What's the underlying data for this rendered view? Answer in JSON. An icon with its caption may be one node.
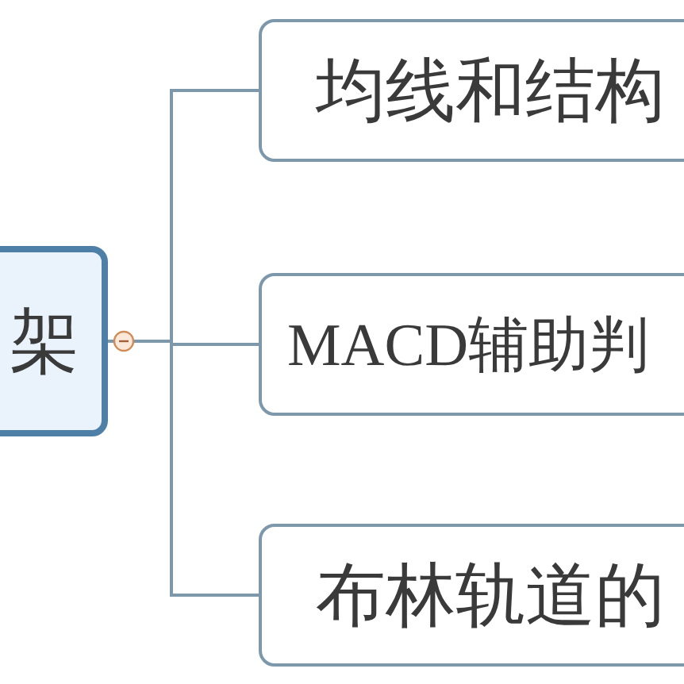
{
  "diagram": {
    "nodes": [
      {
        "text": [
          "架"
        ]
      },
      {
        "text": [
          "均线和结构"
        ]
      },
      {
        "text": [
          "MACD辅助判"
        ]
      },
      {
        "text": [
          "布林轨道的"
        ]
      }
    ],
    "edges": [
      {
        "from": 0,
        "to": 1,
        "arrow": "none"
      },
      {
        "from": 0,
        "to": 2,
        "arrow": "none"
      },
      {
        "from": 0,
        "to": 3,
        "arrow": "none"
      }
    ]
  }
}
